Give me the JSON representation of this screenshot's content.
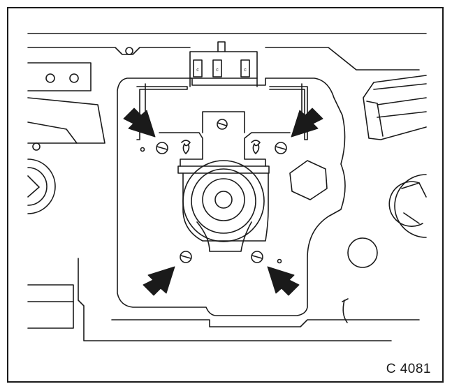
{
  "figure": {
    "code": "C 4081",
    "connector_marks": [
      "c",
      "c",
      "c"
    ]
  },
  "colors": {
    "line": "#1a1a1a",
    "arrow": "#1a1a1a",
    "background": "#ffffff"
  },
  "icons": [
    "screw-icon",
    "pointer-arrow-icon"
  ]
}
